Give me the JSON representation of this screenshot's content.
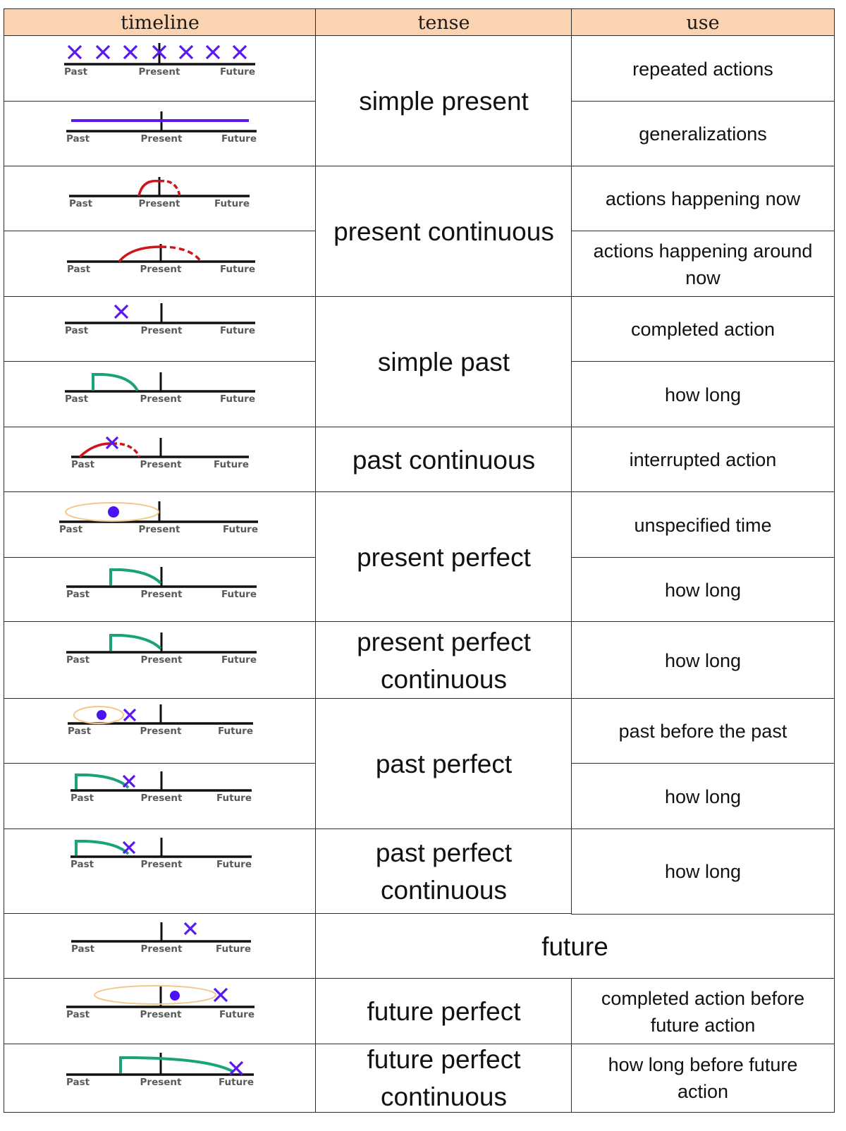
{
  "table": {
    "headers": {
      "timeline": "timeline",
      "tense": "tense",
      "use": "use"
    },
    "axis_labels": {
      "past": "Past",
      "present": "Present",
      "future": "Future"
    },
    "colors": {
      "header_bg": "#fbd3b0",
      "border": "#2b2b2b",
      "axis": "#111111",
      "event_x": "#5b17f0",
      "dot": "#4a12f5",
      "continuous_arc": "#d0141c",
      "duration_bar": "#1aa37a",
      "ellipse": "#f2c98a"
    },
    "rows": [
      {
        "timeline": "repeated-x-marks",
        "use": "repeated actions"
      },
      {
        "timeline": "continuous-line-through-present",
        "use": "generalizations"
      },
      {
        "timeline": "small-arc-around-present",
        "use": "actions happening now"
      },
      {
        "timeline": "wide-arc-around-present",
        "use": "actions happening around now"
      },
      {
        "timeline": "single-x-in-past",
        "use": "completed action"
      },
      {
        "timeline": "duration-bar-in-past",
        "use": "how long"
      },
      {
        "timeline": "arc-in-past-with-x",
        "use": "interrupted action"
      },
      {
        "timeline": "ellipse-dot-up-to-present",
        "use": "unspecified time"
      },
      {
        "timeline": "duration-bar-to-present",
        "use": "how long"
      },
      {
        "timeline": "duration-bar-to-present",
        "use": "how long"
      },
      {
        "timeline": "ellipse-dot-before-x-in-past",
        "use": "past before the past"
      },
      {
        "timeline": "duration-bar-to-x-in-past",
        "use": "how long"
      },
      {
        "timeline": "duration-bar-to-x-in-past",
        "use": "how long"
      },
      {
        "timeline": "single-x-in-future",
        "use": ""
      },
      {
        "timeline": "ellipse-dot-before-x-in-future",
        "use": "completed action before future action"
      },
      {
        "timeline": "duration-bar-to-x-in-future",
        "use": "how long before future action"
      }
    ],
    "tenses": [
      {
        "label": "simple present",
        "rows": [
          0,
          1
        ]
      },
      {
        "label": "present continuous",
        "rows": [
          2,
          3
        ]
      },
      {
        "label": "simple past",
        "rows": [
          4,
          5
        ]
      },
      {
        "label": "past continuous",
        "rows": [
          6
        ]
      },
      {
        "label": "present perfect",
        "rows": [
          7,
          8
        ]
      },
      {
        "label": "present perfect continuous",
        "rows": [
          9
        ]
      },
      {
        "label": "past perfect",
        "rows": [
          10,
          11
        ]
      },
      {
        "label": "past perfect continuous",
        "rows": [
          12
        ]
      },
      {
        "label": "future",
        "rows": [
          13
        ],
        "spans_use_column": true
      },
      {
        "label": "future perfect",
        "rows": [
          14
        ]
      },
      {
        "label": "future perfect continuous",
        "rows": [
          15
        ]
      }
    ]
  }
}
